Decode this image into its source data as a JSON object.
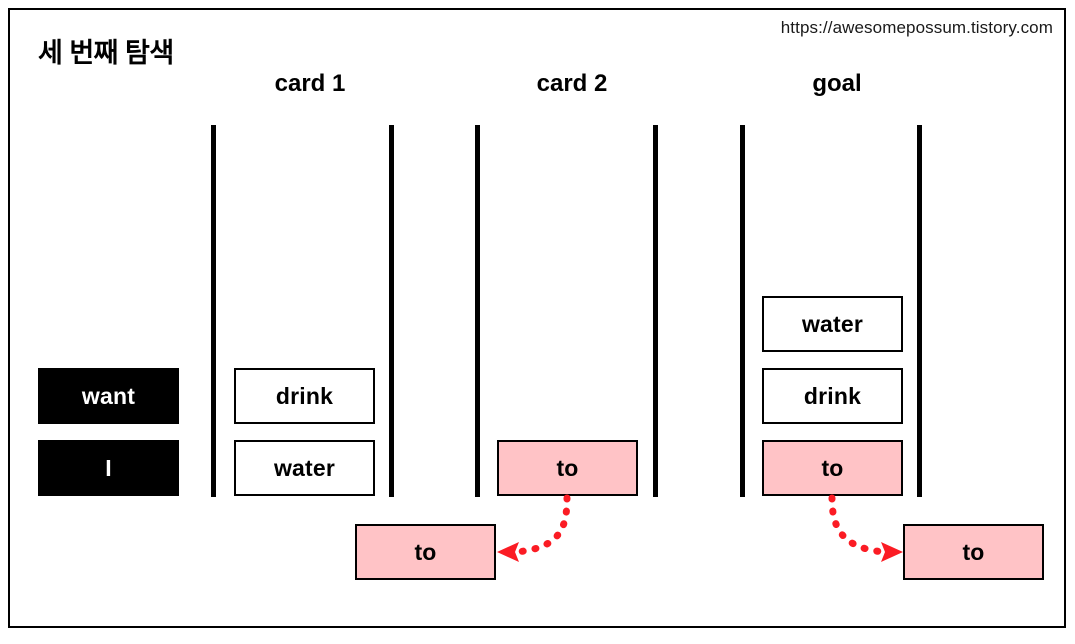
{
  "page": {
    "title": "세 번째 탐색",
    "site_url": "https://awesomepossum.tistory.com",
    "accent_pink": "#ffc3c6",
    "accent_red": "#fb1c24",
    "ink": "#000000",
    "background": "#ffffff"
  },
  "columns": [
    {
      "id": "card1",
      "label": "card 1"
    },
    {
      "id": "card2",
      "label": "card 2"
    },
    {
      "id": "goal",
      "label": "goal"
    }
  ],
  "stacks": {
    "input": {
      "name": "input-stack",
      "tiles": [
        {
          "text": "want",
          "style": "black"
        },
        {
          "text": "I",
          "style": "black"
        }
      ]
    },
    "card1": {
      "name": "card-1-stack",
      "tiles": [
        {
          "text": "drink",
          "style": "white"
        },
        {
          "text": "water",
          "style": "white"
        }
      ]
    },
    "card2": {
      "name": "card-2-stack",
      "tiles": [
        {
          "text": "to",
          "style": "pink"
        }
      ]
    },
    "goal": {
      "name": "goal-stack",
      "tiles": [
        {
          "text": "water",
          "style": "white"
        },
        {
          "text": "drink",
          "style": "white"
        },
        {
          "text": "to",
          "style": "pink"
        }
      ]
    }
  },
  "output_tiles": [
    {
      "id": "out-left",
      "text": "to",
      "style": "pink"
    },
    {
      "id": "out-right",
      "text": "to",
      "style": "pink"
    }
  ],
  "arrows": [
    {
      "id": "arrow-card2-to-left-output",
      "direction": "left",
      "style": "dotted",
      "color": "#fb1c24"
    },
    {
      "id": "arrow-goal-to-right-output",
      "direction": "right",
      "style": "dotted",
      "color": "#fb1c24"
    }
  ]
}
